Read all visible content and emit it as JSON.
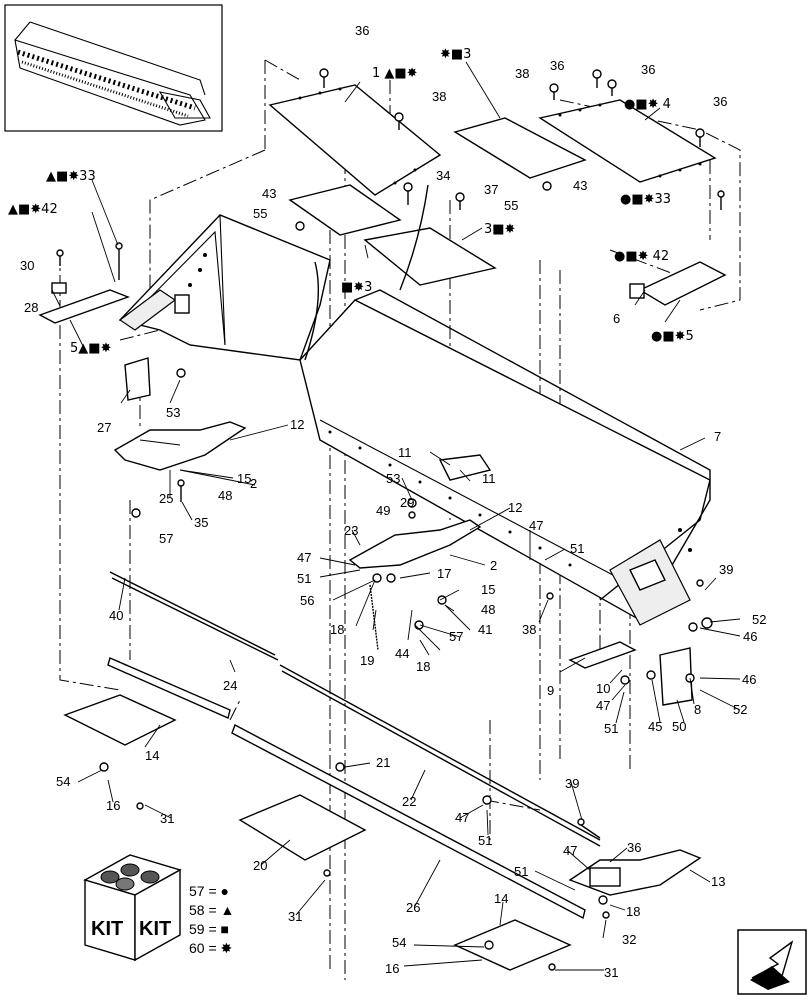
{
  "callouts": [
    {
      "id": "c36a",
      "text": "36"
    },
    {
      "id": "c1",
      "text": "1 ▲■✸"
    },
    {
      "id": "c3t",
      "text": "✸■3"
    },
    {
      "id": "c38a",
      "text": "38"
    },
    {
      "id": "c36b",
      "text": "36"
    },
    {
      "id": "c36c",
      "text": "36"
    },
    {
      "id": "c38b",
      "text": "38"
    },
    {
      "id": "c4",
      "text": "●■✸ 4"
    },
    {
      "id": "c36d",
      "text": "36"
    },
    {
      "id": "c33l",
      "text": "▲■✸33"
    },
    {
      "id": "c42l",
      "text": "▲■✸42"
    },
    {
      "id": "c30",
      "text": "30"
    },
    {
      "id": "c28",
      "text": "28"
    },
    {
      "id": "c5l",
      "text": "5▲■✸"
    },
    {
      "id": "c43a",
      "text": "43"
    },
    {
      "id": "c55a",
      "text": "55"
    },
    {
      "id": "c34",
      "text": "34"
    },
    {
      "id": "c3b",
      "text": "■✸3"
    },
    {
      "id": "c37",
      "text": "37"
    },
    {
      "id": "c3r",
      "text": "3■✸"
    },
    {
      "id": "c43b",
      "text": "43"
    },
    {
      "id": "c55b",
      "text": "55"
    },
    {
      "id": "c33r",
      "text": "●■✸33"
    },
    {
      "id": "c42r",
      "text": "●■✸ 42"
    },
    {
      "id": "c6",
      "text": "6"
    },
    {
      "id": "c5r",
      "text": "●■✸5"
    },
    {
      "id": "c27",
      "text": "27"
    },
    {
      "id": "c53a",
      "text": "53"
    },
    {
      "id": "c12a",
      "text": "12"
    },
    {
      "id": "c15a",
      "text": "15"
    },
    {
      "id": "c2a",
      "text": "2"
    },
    {
      "id": "c48a",
      "text": "48"
    },
    {
      "id": "c25",
      "text": "25"
    },
    {
      "id": "c35",
      "text": "35"
    },
    {
      "id": "c57a",
      "text": "57"
    },
    {
      "id": "c11a",
      "text": "11"
    },
    {
      "id": "c11b",
      "text": "11"
    },
    {
      "id": "c7",
      "text": "7"
    },
    {
      "id": "c53b",
      "text": "53"
    },
    {
      "id": "c29",
      "text": "29"
    },
    {
      "id": "c49",
      "text": "49"
    },
    {
      "id": "c12b",
      "text": "12"
    },
    {
      "id": "c23",
      "text": "23"
    },
    {
      "id": "c47a",
      "text": "47"
    },
    {
      "id": "c2b",
      "text": "2"
    },
    {
      "id": "c51a",
      "text": "51"
    },
    {
      "id": "c17",
      "text": "17"
    },
    {
      "id": "c47b",
      "text": "47"
    },
    {
      "id": "c51b",
      "text": "51"
    },
    {
      "id": "c56",
      "text": "56"
    },
    {
      "id": "c15b",
      "text": "15"
    },
    {
      "id": "c48b",
      "text": "48"
    },
    {
      "id": "c18a",
      "text": "18"
    },
    {
      "id": "c41",
      "text": "41"
    },
    {
      "id": "c57b",
      "text": "57"
    },
    {
      "id": "c38c",
      "text": "38"
    },
    {
      "id": "c39a",
      "text": "39"
    },
    {
      "id": "c52a",
      "text": "52"
    },
    {
      "id": "c46a",
      "text": "46"
    },
    {
      "id": "c19",
      "text": "19"
    },
    {
      "id": "c44",
      "text": "44"
    },
    {
      "id": "c18b",
      "text": "18"
    },
    {
      "id": "c40",
      "text": "40"
    },
    {
      "id": "c24",
      "text": "24"
    },
    {
      "id": "c9",
      "text": "9"
    },
    {
      "id": "c10",
      "text": "10"
    },
    {
      "id": "c47c",
      "text": "47"
    },
    {
      "id": "c46b",
      "text": "46"
    },
    {
      "id": "c51c",
      "text": "51"
    },
    {
      "id": "c45",
      "text": "45"
    },
    {
      "id": "c50",
      "text": "50"
    },
    {
      "id": "c8",
      "text": "8"
    },
    {
      "id": "c52b",
      "text": "52"
    },
    {
      "id": "c14a",
      "text": "14"
    },
    {
      "id": "c54a",
      "text": "54"
    },
    {
      "id": "c21",
      "text": "21"
    },
    {
      "id": "c16a",
      "text": "16"
    },
    {
      "id": "c31a",
      "text": "31"
    },
    {
      "id": "c22",
      "text": "22"
    },
    {
      "id": "c47d",
      "text": "47"
    },
    {
      "id": "c51d",
      "text": "51"
    },
    {
      "id": "c39b",
      "text": "39"
    },
    {
      "id": "c20",
      "text": "20"
    },
    {
      "id": "c36e",
      "text": "36"
    },
    {
      "id": "c47e",
      "text": "47"
    },
    {
      "id": "c13",
      "text": "13"
    },
    {
      "id": "c51e",
      "text": "51"
    },
    {
      "id": "c26",
      "text": "26"
    },
    {
      "id": "c31b",
      "text": "31"
    },
    {
      "id": "c18c",
      "text": "18"
    },
    {
      "id": "c14b",
      "text": "14"
    },
    {
      "id": "c32",
      "text": "32"
    },
    {
      "id": "c54b",
      "text": "54"
    },
    {
      "id": "c16b",
      "text": "16"
    },
    {
      "id": "c31c",
      "text": "31"
    }
  ],
  "kit": {
    "label_left": "KIT",
    "label_right": "KIT",
    "legend": [
      {
        "text": "57 = ●"
      },
      {
        "text": "58 = ▲"
      },
      {
        "text": "59 = ■"
      },
      {
        "text": "60 = ✸"
      }
    ]
  },
  "icons": {
    "thumbnail": "header-thumbnail-icon",
    "navigate": "navigate-arrow-icon"
  }
}
